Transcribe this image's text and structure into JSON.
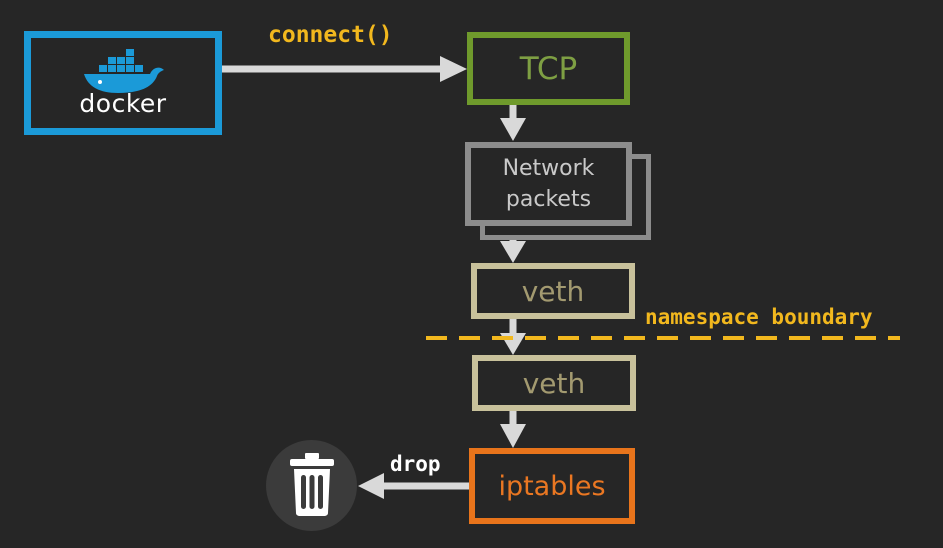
{
  "docker": {
    "label": "docker",
    "icon": "docker-whale-icon",
    "color": "#1b9ad8"
  },
  "edges": {
    "connect": "connect()",
    "drop": "drop"
  },
  "boundary": {
    "label": "namespace boundary",
    "color": "#f2b81e"
  },
  "nodes": {
    "tcp": {
      "label": "TCP",
      "color": "#6f9a2c"
    },
    "packets": {
      "label": "Network\npackets",
      "color": "#8c8c8c"
    },
    "veth_top": {
      "label": "veth",
      "color": "#c8c19b"
    },
    "veth_bottom": {
      "label": "veth",
      "color": "#c8c19b"
    },
    "iptables": {
      "label": "iptables",
      "color": "#e8741b"
    }
  },
  "trash": {
    "icon": "trash-can-icon"
  }
}
